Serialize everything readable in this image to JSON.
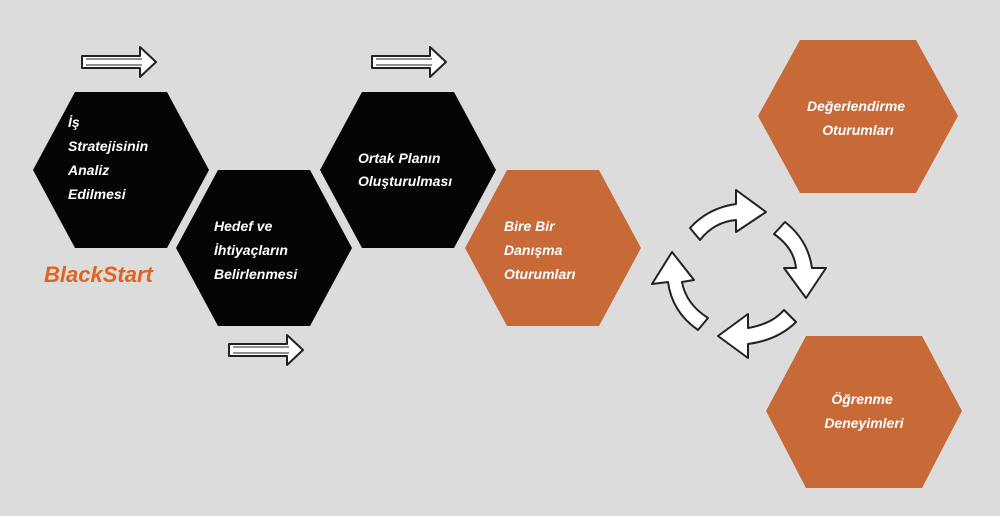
{
  "colors": {
    "background": "#dcdcdc",
    "dark_hex": "#050505",
    "accent_hex": "#c86a38",
    "dark_text": "#ffffff",
    "accent_text": "#ffffff",
    "logo": "#e0641f"
  },
  "logo": {
    "text": "BlackStart",
    "icon": "lightning-b-logo"
  },
  "hexagons": {
    "strategy_analysis": {
      "lines": [
        "İş",
        "Stratejisinin",
        "Analiz",
        "Edilmesi"
      ]
    },
    "goals_needs": {
      "lines": [
        "Hedef ve",
        "İhtiyaçların",
        "Belirlenmesi"
      ]
    },
    "joint_plan": {
      "lines": [
        "Ortak Planın",
        "Oluşturulması"
      ]
    },
    "one_on_one": {
      "lines": [
        "Bire Bir",
        "Danışma",
        "Oturumları"
      ]
    },
    "evaluation": {
      "lines": [
        "Değerlendirme",
        "Oturumları"
      ]
    },
    "learning": {
      "lines": [
        "Öğrenme",
        "Deneyimleri"
      ]
    }
  },
  "icons": {
    "forward_arrow": "right-arrow-icon",
    "cycle": "cycle-arrows-icon"
  }
}
